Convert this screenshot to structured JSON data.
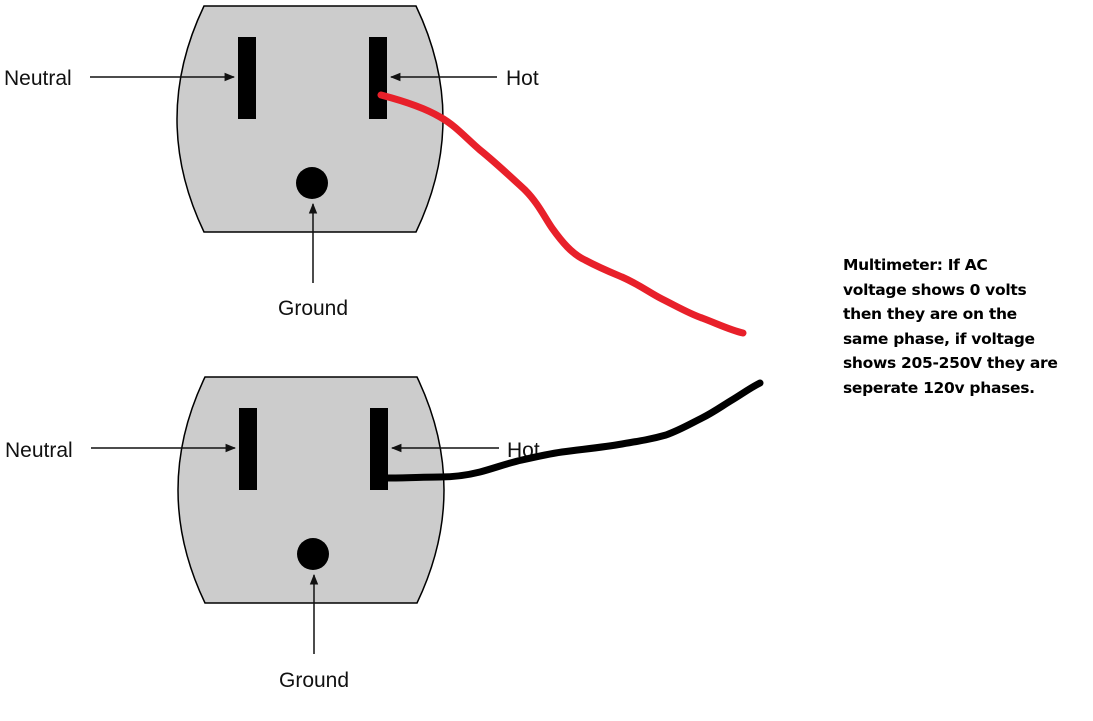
{
  "colors": {
    "outlet_face": "#cccccc",
    "outlet_outline": "#000000",
    "hot_wire_red": "#e8202a",
    "hot_wire_black": "#000000"
  },
  "outlets": [
    {
      "id": "top",
      "labels": {
        "neutral": "Neutral",
        "hot": "Hot",
        "ground": "Ground"
      },
      "wire": "red"
    },
    {
      "id": "bottom",
      "labels": {
        "neutral": "Neutral",
        "hot": "Hot",
        "ground": "Ground"
      },
      "wire": "black"
    }
  ],
  "note": {
    "lines": [
      "Multimeter: If AC",
      "voltage shows 0 volts",
      "then they are on the",
      "same phase, if voltage",
      "shows 205-250V they are",
      "seperate 120v phases."
    ]
  }
}
